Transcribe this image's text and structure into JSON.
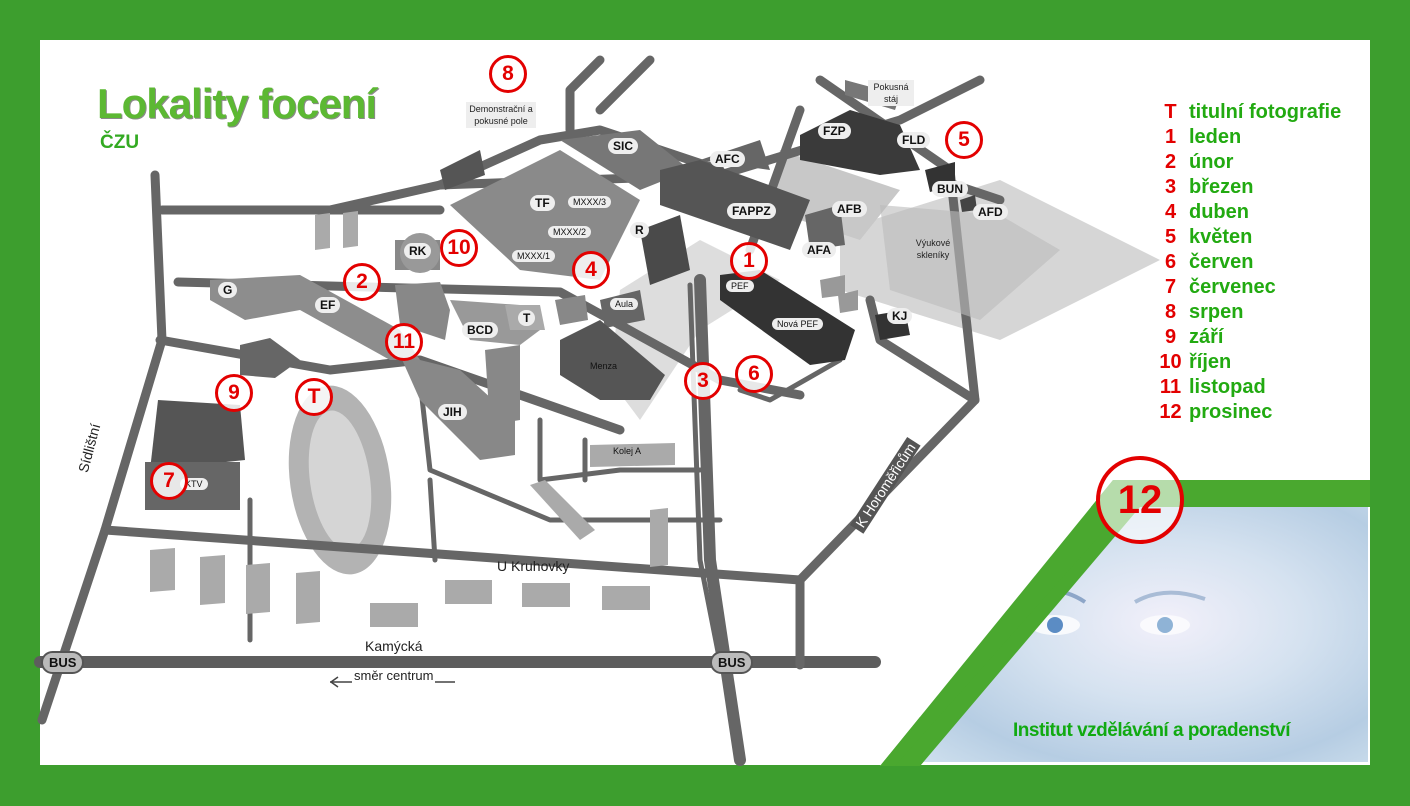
{
  "title": "Lokality focení",
  "subtitle": "ČZU",
  "colors": {
    "accent_green": "#3d9e2e",
    "marker_red": "#e30000",
    "text_green": "#22aa11"
  },
  "legend": [
    {
      "key": "T",
      "label": "titulní fotografie"
    },
    {
      "key": "1",
      "label": "leden"
    },
    {
      "key": "2",
      "label": "únor"
    },
    {
      "key": "3",
      "label": "březen"
    },
    {
      "key": "4",
      "label": "duben"
    },
    {
      "key": "5",
      "label": "květen"
    },
    {
      "key": "6",
      "label": "červen"
    },
    {
      "key": "7",
      "label": "červenec"
    },
    {
      "key": "8",
      "label": "srpen"
    },
    {
      "key": "9",
      "label": "září"
    },
    {
      "key": "10",
      "label": "říjen"
    },
    {
      "key": "11",
      "label": "listopad"
    },
    {
      "key": "12",
      "label": "prosinec"
    }
  ],
  "buildings": {
    "sic": "SIC",
    "afc": "AFC",
    "fzp": "FZP",
    "fld": "FLD",
    "bun": "BUN",
    "afd": "AFD",
    "afb": "AFB",
    "afa": "AFA",
    "fappz": "FAPPZ",
    "tf": "TF",
    "mxxx3": "MXXX/3",
    "mxxx2": "MXXX/2",
    "mxxx1": "MXXX/1",
    "r": "R",
    "rk": "RK",
    "g": "G",
    "ef": "EF",
    "bcd": "BCD",
    "t": "T",
    "aula": "Aula",
    "pef": "PEF",
    "nova_pef": "Nová PEF",
    "kj": "KJ",
    "menza": "Menza",
    "jih": "JIH",
    "kolej_a": "Kolej A",
    "ktv": "KTV",
    "pokusna_staj": "Pokusná stáj",
    "demonstracni": "Demonstrační a pokusné pole",
    "vyukove_skleniky": "Výukové skleníky"
  },
  "roads": {
    "sidlistni": "Sídlištní",
    "u_kruhovky": "U Kruhovky",
    "kamycka": "Kamýcká",
    "k_horomericum": "K Horoměřicům"
  },
  "bus_stops": [
    "BUS",
    "BUS"
  ],
  "direction": {
    "arrow_icon": "arrow-left",
    "label": "směr centrum"
  },
  "markers": {
    "T": "T",
    "m1": "1",
    "m2": "2",
    "m3": "3",
    "m4": "4",
    "m5": "5",
    "m6": "6",
    "m7": "7",
    "m8": "8",
    "m9": "9",
    "m10": "10",
    "m11": "11",
    "m12": "12"
  },
  "photo_caption": "Institut vzdělávání a poradenství"
}
